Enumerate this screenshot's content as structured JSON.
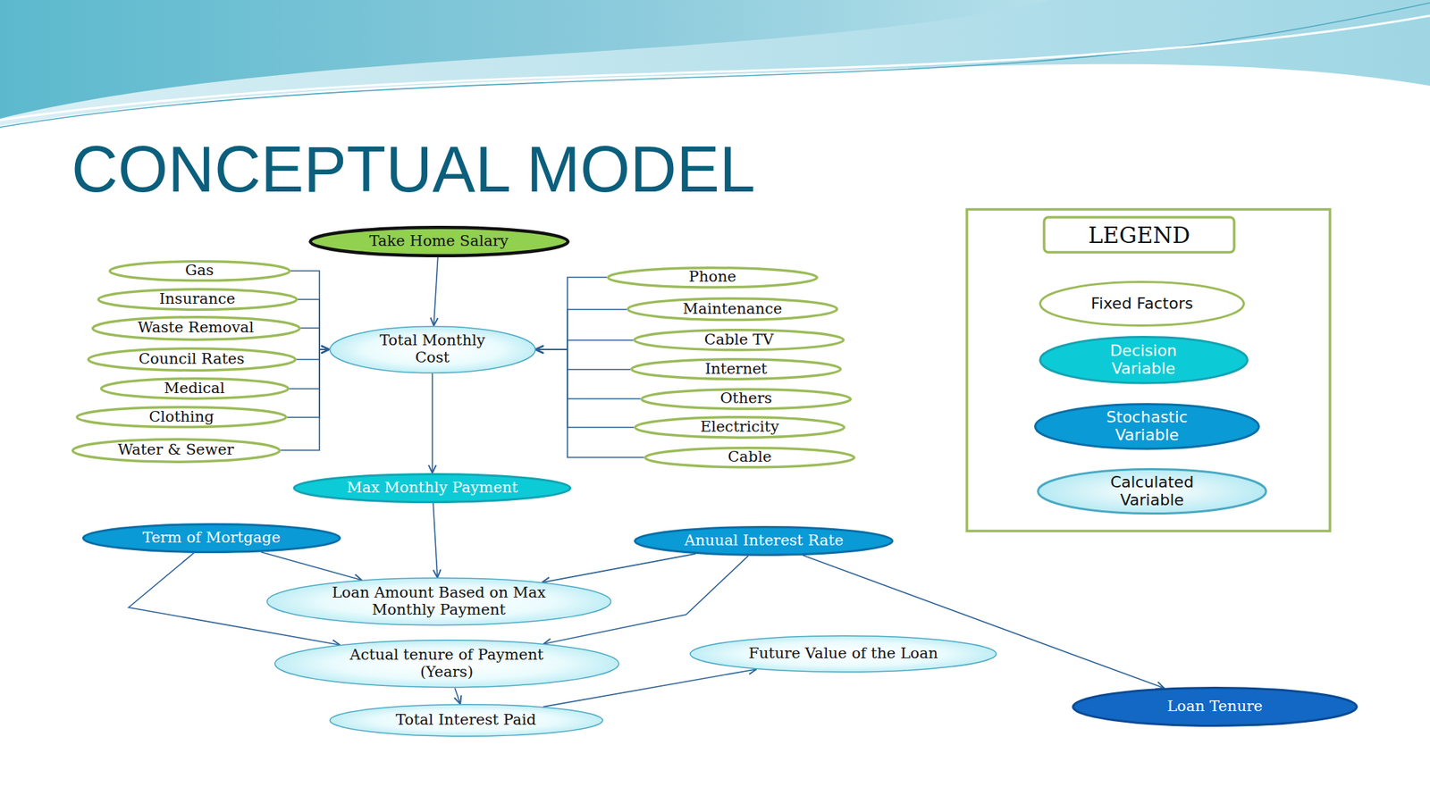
{
  "diagram": {
    "title": "CONCEPTUAL MODEL",
    "nodes": [
      {
        "text": [
          "Take Home Salary"
        ]
      },
      {
        "text": [
          "Gas"
        ]
      },
      {
        "text": [
          "Insurance"
        ]
      },
      {
        "text": [
          "Waste Removal"
        ]
      },
      {
        "text": [
          "Council Rates"
        ]
      },
      {
        "text": [
          "Medical"
        ]
      },
      {
        "text": [
          "Clothing"
        ]
      },
      {
        "text": [
          "Water & Sewer"
        ]
      },
      {
        "text": [
          "Total Monthly Cost"
        ]
      },
      {
        "text": [
          "Phone"
        ]
      },
      {
        "text": [
          "Maintenance"
        ]
      },
      {
        "text": [
          "Cable TV"
        ]
      },
      {
        "text": [
          "Internet"
        ]
      },
      {
        "text": [
          "Others"
        ]
      },
      {
        "text": [
          "Electricity"
        ]
      },
      {
        "text": [
          "Cable"
        ]
      },
      {
        "text": [
          "Max Monthly Payment"
        ]
      },
      {
        "text": [
          "Term of Mortgage"
        ]
      },
      {
        "text": [
          "Anuual Interest Rate"
        ]
      },
      {
        "text": [
          "Loan Amount Based on Max Monthly Payment"
        ]
      },
      {
        "text": [
          "Actual tenure of Payment (Years)"
        ]
      },
      {
        "text": [
          "Future Value of the Loan"
        ]
      },
      {
        "text": [
          "Total Interest Paid"
        ]
      },
      {
        "text": [
          "Loan Tenure"
        ]
      }
    ],
    "edges": [
      {
        "from": 1,
        "to": 8,
        "arrow": "to"
      },
      {
        "from": 2,
        "to": 8,
        "arrow": "to"
      },
      {
        "from": 3,
        "to": 8,
        "arrow": "to"
      },
      {
        "from": 4,
        "to": 8,
        "arrow": "to"
      },
      {
        "from": 5,
        "to": 8,
        "arrow": "to"
      },
      {
        "from": 6,
        "to": 8,
        "arrow": "to"
      },
      {
        "from": 7,
        "to": 8,
        "arrow": "to"
      },
      {
        "from": 9,
        "to": 8,
        "arrow": "to"
      },
      {
        "from": 10,
        "to": 8,
        "arrow": "to"
      },
      {
        "from": 11,
        "to": 8,
        "arrow": "to"
      },
      {
        "from": 12,
        "to": 8,
        "arrow": "to"
      },
      {
        "from": 13,
        "to": 8,
        "arrow": "to"
      },
      {
        "from": 14,
        "to": 8,
        "arrow": "to"
      },
      {
        "from": 15,
        "to": 8,
        "arrow": "to"
      },
      {
        "from": 0,
        "to": 8,
        "arrow": "to"
      },
      {
        "from": 8,
        "to": 16,
        "arrow": "to"
      },
      {
        "from": 16,
        "to": 19,
        "arrow": "to"
      },
      {
        "from": 17,
        "to": 19,
        "arrow": "to"
      },
      {
        "from": 18,
        "to": 19,
        "arrow": "to"
      },
      {
        "from": 17,
        "to": 20,
        "arrow": "to"
      },
      {
        "from": 18,
        "to": 20,
        "arrow": "to"
      },
      {
        "from": 18,
        "to": 23,
        "arrow": "to"
      },
      {
        "from": 20,
        "to": 22,
        "arrow": "to"
      },
      {
        "from": 22,
        "to": 21,
        "arrow": "to"
      }
    ],
    "labels": [
      "LEGEND"
    ],
    "legend": [
      {
        "text": "Fixed Factors",
        "color": "#ffffff"
      },
      {
        "text": "Decision Variable",
        "color": "#0ccbd6"
      },
      {
        "text": "Stochastic Variable",
        "color": "#0a9ad6"
      },
      {
        "text": "Calculated Variable",
        "color": "#a9e6f1"
      }
    ]
  }
}
